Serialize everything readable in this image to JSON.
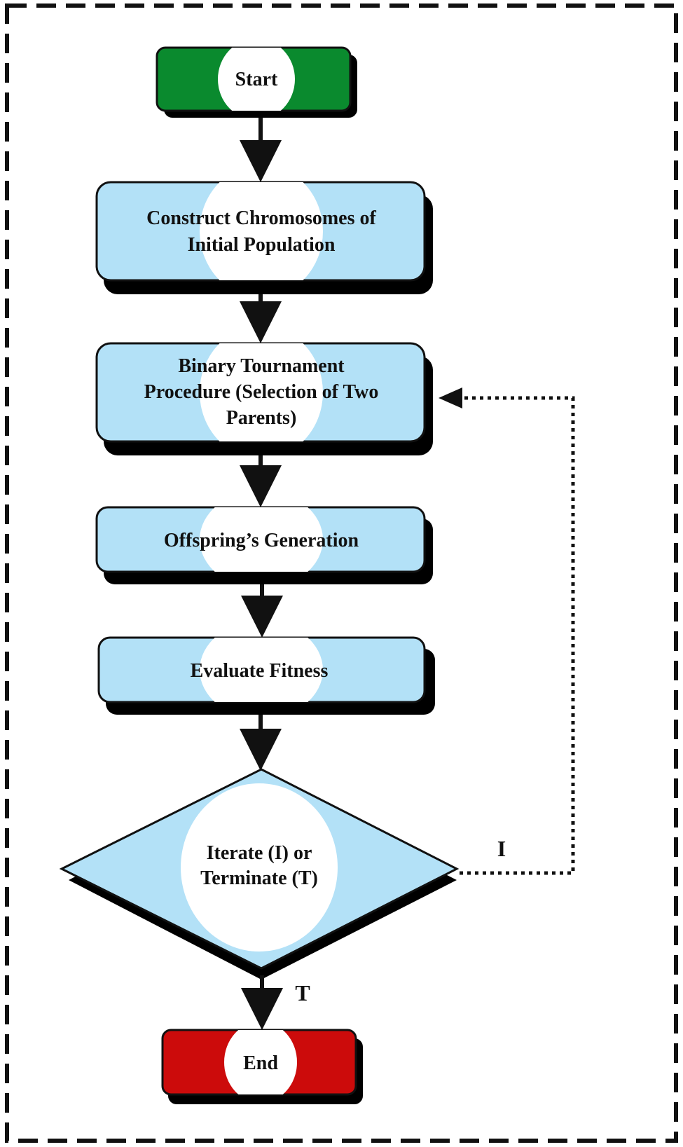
{
  "nodes": {
    "start": {
      "label": "Start",
      "fill": "#0a8a2e"
    },
    "construct": {
      "lines": [
        "Construct Chromosomes of",
        "Initial Population"
      ],
      "fill": "#b3e1f7"
    },
    "tournament": {
      "lines": [
        "Binary Tournament",
        "Procedure (Selection of Two",
        "Parents)"
      ],
      "fill": "#b3e1f7"
    },
    "offspring": {
      "label": "Offspring’s Generation",
      "fill": "#b3e1f7"
    },
    "evaluate": {
      "label": "Evaluate  Fitness",
      "fill": "#b3e1f7"
    },
    "decision": {
      "lines": [
        "Iterate (I) or",
        "Terminate (T)"
      ],
      "fill": "#b3e1f7"
    },
    "end": {
      "label": "End",
      "fill": "#cc0b0b"
    }
  },
  "edges": {
    "iterate_label": "I",
    "terminate_label": "T"
  },
  "colors": {
    "shadow": "#000000",
    "border": "#111111",
    "highlight": "#ffffff"
  }
}
